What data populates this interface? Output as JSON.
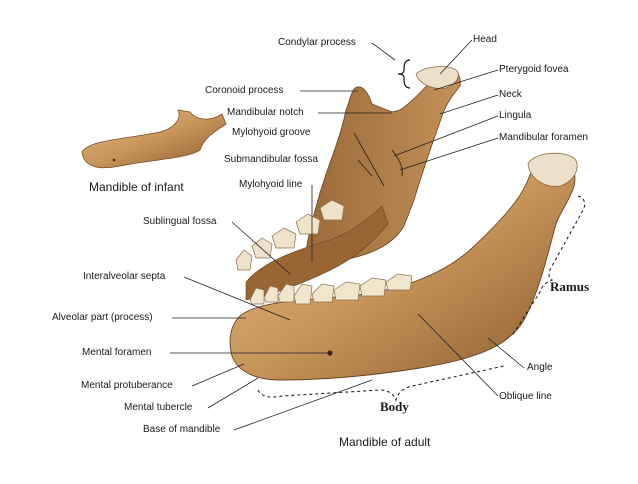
{
  "labels": {
    "condylar_process": "Condylar process",
    "head": "Head",
    "pterygoid_fovea": "Pterygoid fovea",
    "coronoid_process": "Coronoid process",
    "neck": "Neck",
    "mandibular_notch": "Mandibular notch",
    "lingula": "Lingula",
    "mylohyoid_groove": "Mylohyoid groove",
    "mandibular_foramen": "Mandibular foramen",
    "submandibular_fossa": "Submandibular fossa",
    "mylohyoid_line": "Mylohyoid line",
    "sublingual_fossa": "Sublingual fossa",
    "interalveolar_septa": "Interalveolar septa",
    "alveolar_part": "Alveolar part (process)",
    "mental_foramen": "Mental foramen",
    "mental_protuberance": "Mental protuberance",
    "mental_tubercle": "Mental tubercle",
    "base_of_mandible": "Base of mandible",
    "angle": "Angle",
    "oblique_line": "Oblique line",
    "ramus": "Ramus",
    "body": "Body"
  },
  "captions": {
    "infant": "Mandible of infant",
    "adult": "Mandible of adult"
  },
  "colors": {
    "bone": "#c8955a",
    "bone_light": "#e2bf8c",
    "bone_dark": "#8a5a2e",
    "teeth": "#eee2c8",
    "leader": "#222222"
  }
}
